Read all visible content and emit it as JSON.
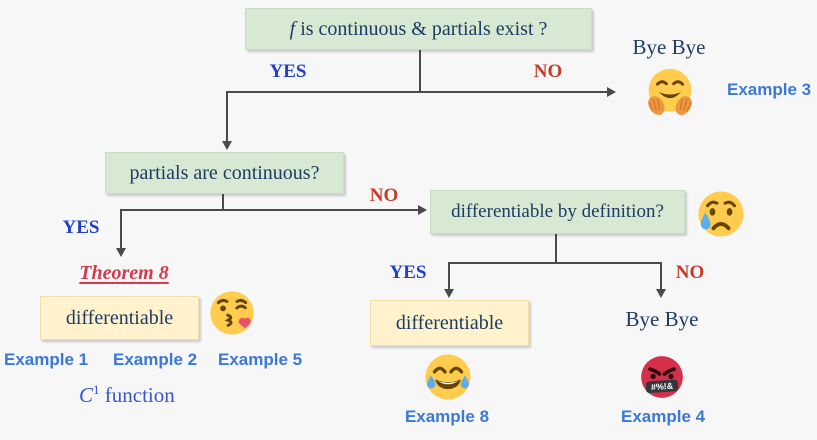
{
  "colors": {
    "background": "#f7f7f8",
    "box_green": "#d7e8d3",
    "box_yellow": "#fff2cc",
    "navy_text": "#1e3c64",
    "yes_blue": "#2240c8",
    "no_red": "#c73a28",
    "theorem_red": "#d33b4d",
    "example_blue": "#3b78d8",
    "c1_blue": "#3656cf",
    "connector": "#4a4a4a"
  },
  "nodes": {
    "root": {
      "f": "f",
      "rest": " is continuous & partials exist ?"
    },
    "partials": "partials are continuous?",
    "diff_by_def": "differentiable by definition?",
    "differentiable_left": "differentiable",
    "differentiable_right": "differentiable",
    "bye_top": "Bye Bye",
    "bye_bottom": "Bye Bye",
    "theorem": "Theorem 8"
  },
  "labels": {
    "yes1": "YES",
    "no1": "NO",
    "yes2": "YES",
    "no2": "NO",
    "yes3": "YES",
    "no3": "NO"
  },
  "examples": {
    "e1": "Example 1",
    "e2": "Example 2",
    "e5": "Example 5",
    "e3": "Example 3",
    "e8": "Example 8",
    "e4": "Example 4"
  },
  "c1": {
    "base": "C",
    "sup": "1",
    "rest": " function"
  },
  "emojis": {
    "hug": "hugging-face",
    "sad_tear": "sad-but-relieved-face",
    "kiss": "face-blowing-a-kiss",
    "joy": "face-with-tears-of-joy",
    "cursing": "face-with-symbols-on-mouth",
    "grawlix": "#%!&"
  }
}
